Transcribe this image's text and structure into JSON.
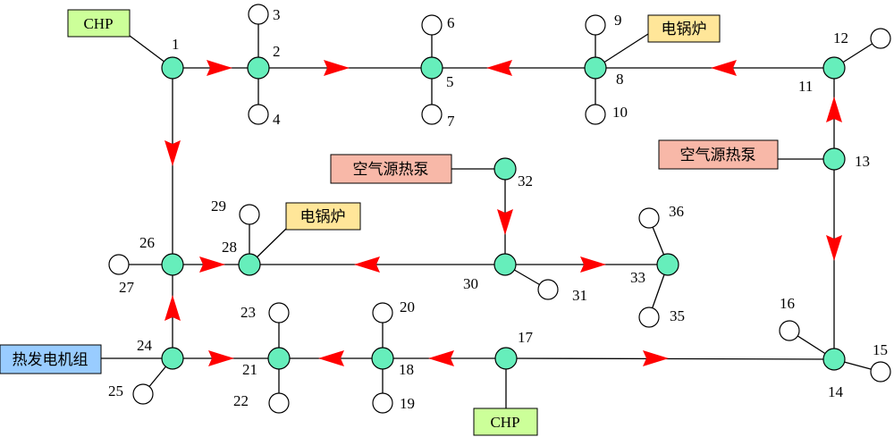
{
  "colors": {
    "line": "#000000",
    "arrow": "#ff0000",
    "bus_node": "#66eebb",
    "load_node": "#ffffff",
    "chp": "#ccff99",
    "electric_boiler": "#ffe699",
    "air_heat_pump": "#f8b8a8",
    "generator": "#99ccff"
  },
  "node_labels": {
    "n1": "1",
    "n2": "2",
    "n3": "3",
    "n4": "4",
    "n5": "5",
    "n6": "6",
    "n7": "7",
    "n8": "8",
    "n9": "9",
    "n10": "10",
    "n11": "11",
    "n12": "12",
    "n13": "13",
    "n14": "14",
    "n15": "15",
    "n16": "16",
    "n17": "17",
    "n18": "18",
    "n19": "19",
    "n20": "20",
    "n21": "21",
    "n22": "22",
    "n23": "23",
    "n24": "24",
    "n25": "25",
    "n26": "26",
    "n27": "27",
    "n28": "28",
    "n29": "29",
    "n30": "30",
    "n31": "31",
    "n32": "32",
    "n33": "33",
    "n35": "35",
    "n36": "36"
  },
  "sources": {
    "chp_top": "CHP",
    "chp_bottom": "CHP",
    "electric_boiler_top": "电锅炉",
    "electric_boiler_mid": "电锅炉",
    "air_heat_pump_left": "空气源热泵",
    "air_heat_pump_right": "空气源热泵",
    "generator_set": "热发电机组"
  }
}
